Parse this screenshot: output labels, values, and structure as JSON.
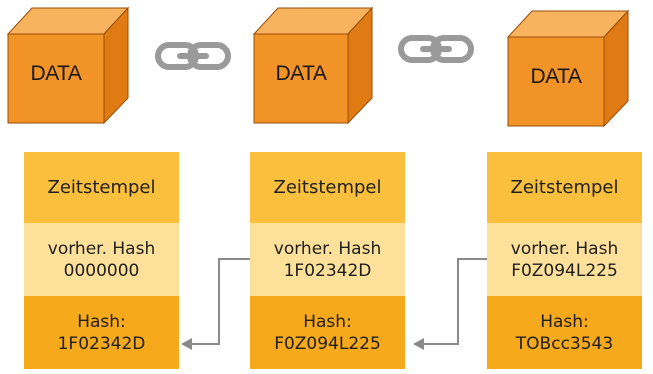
{
  "cube_label": "DATA",
  "blocks": [
    {
      "timestamp_label": "Zeitstempel",
      "prev_hash_label": "vorher. Hash",
      "prev_hash_value": "0000000",
      "hash_label": "Hash:",
      "hash_value": "1F02342D"
    },
    {
      "timestamp_label": "Zeitstempel",
      "prev_hash_label": "vorher. Hash",
      "prev_hash_value": "1F02342D",
      "hash_label": "Hash:",
      "hash_value": "F0Z094L225"
    },
    {
      "timestamp_label": "Zeitstempel",
      "prev_hash_label": "vorher. Hash",
      "prev_hash_value": "F0Z094L225",
      "hash_label": "Hash:",
      "hash_value": "TOBcc3543"
    }
  ],
  "colors": {
    "cube_front": "#f29327",
    "cube_top": "#f7b35d",
    "cube_side": "#e07b14",
    "timestamp_bg": "#fbbf3e",
    "prev_hash_bg": "#fde09a",
    "hash_bg": "#f6a91b",
    "link_icon": "#9a9a9a",
    "arrow": "#8a8a8a"
  },
  "icons": [
    "chain-link-icon",
    "arrow-left-icon"
  ]
}
